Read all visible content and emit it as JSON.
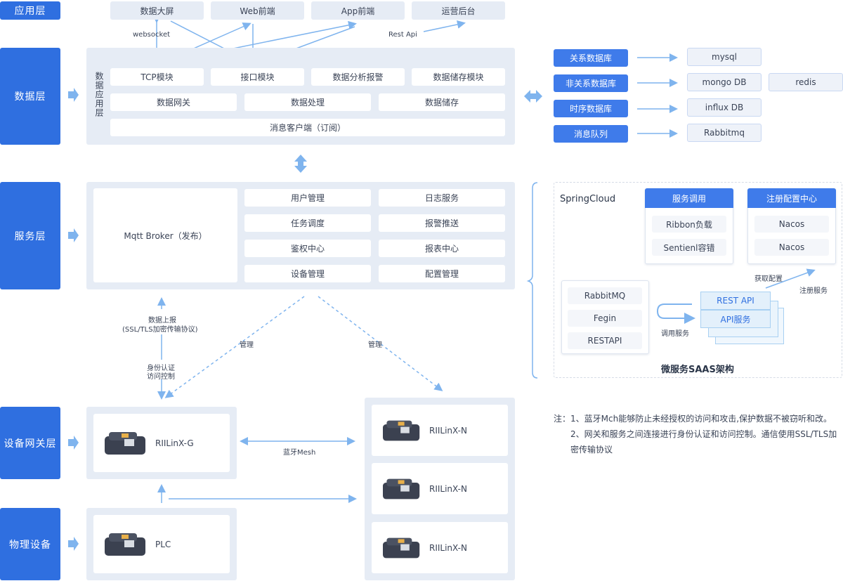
{
  "layers": {
    "app": "应用层",
    "data": "数据层",
    "service": "服务层",
    "gateway": "设备网关层",
    "physical": "物理设备"
  },
  "apps": [
    "数据大屏",
    "Web前端",
    "App前端",
    "运营后台"
  ],
  "conn_labels": {
    "websocket": "websocket",
    "rest_api": "Rest Api",
    "data_report_1": "数据上报",
    "data_report_2": "(SSL/TLS加密传输协议)",
    "auth_1": "身份认证",
    "auth_2": "访问控制",
    "manage_left": "管理",
    "manage_right": "管理",
    "bt_mesh": "蓝牙Mesh",
    "invoke": "调用服务",
    "get_config": "获取配置",
    "register": "注册服务"
  },
  "data_layer": {
    "side_label": "数据应用层",
    "row1": [
      "TCP模块",
      "接口模块",
      "数据分析报警",
      "数据储存模块"
    ],
    "row2": [
      "数据网关",
      "数据处理",
      "数据储存"
    ],
    "row3": "消息客户端（订阅）"
  },
  "databases": [
    {
      "type": "关系数据库",
      "targets": [
        "mysql"
      ]
    },
    {
      "type": "非关系数据库",
      "targets": [
        "mongo DB",
        "redis"
      ]
    },
    {
      "type": "时序数据库",
      "targets": [
        "influx DB"
      ]
    },
    {
      "type": "消息队列",
      "targets": [
        "Rabbitmq"
      ]
    }
  ],
  "service_layer": {
    "broker": "Mqtt Broker（发布）",
    "col1": [
      "用户管理",
      "任务调度",
      "鉴权中心",
      "设备管理"
    ],
    "col2": [
      "日志服务",
      "报警推送",
      "报表中心",
      "配置管理"
    ]
  },
  "springcloud": {
    "title": "SpringCloud",
    "invoke_header": "服务调用",
    "invoke_items": [
      "Ribbon负载",
      "Sentienl容错"
    ],
    "registry_header": "注册配置中心",
    "registry_items": [
      "Nacos",
      "Nacos"
    ],
    "left_items": [
      "RabbitMQ",
      "Fegin",
      "RESTAPI"
    ],
    "api_front": "REST API",
    "api_second": "API服务",
    "caption": "微服务SAAS架构"
  },
  "gateway": {
    "left_device": "RIILinX-G",
    "right_devices": [
      "RIILinX-N",
      "RIILinX-N",
      "RIILinX-N"
    ]
  },
  "physical": {
    "device": "PLC"
  },
  "notes": {
    "prefix": "注：",
    "line1": "1、蓝牙Mch能够防止未经授权的访问和攻击,保护数据不被窃听和改。",
    "line2": "2、网关和服务之间连接进行身份认证和访问控制。通信使用SSL/TLS加",
    "line3": "密传输协议"
  },
  "colors": {
    "layer_blue": "#2f6fe0",
    "panel_gray": "#e6ecf5",
    "arrow_blue": "#7fb4ee"
  }
}
